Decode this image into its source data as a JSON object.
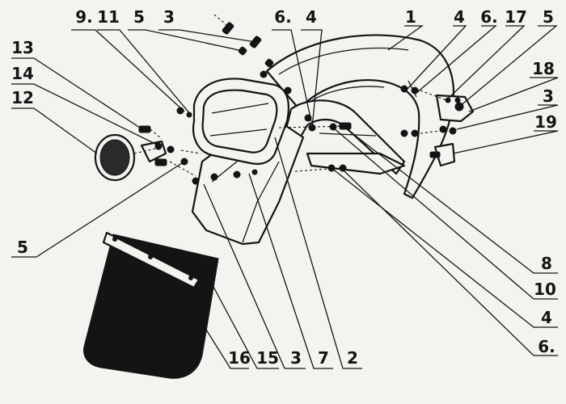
{
  "diagram": {
    "callouts": [
      {
        "id": "c1",
        "text": "1"
      },
      {
        "id": "c4a",
        "text": "4"
      },
      {
        "id": "c6a",
        "text": "6."
      },
      {
        "id": "c17",
        "text": "17"
      },
      {
        "id": "c5a",
        "text": "5"
      },
      {
        "id": "c18",
        "text": "18"
      },
      {
        "id": "c3a",
        "text": "3"
      },
      {
        "id": "c19",
        "text": "19"
      },
      {
        "id": "c9",
        "text": "9."
      },
      {
        "id": "c11",
        "text": "11"
      },
      {
        "id": "c5b",
        "text": "5"
      },
      {
        "id": "c3b",
        "text": "3"
      },
      {
        "id": "c6b",
        "text": "6."
      },
      {
        "id": "c4b",
        "text": "4"
      },
      {
        "id": "c13",
        "text": "13"
      },
      {
        "id": "c14",
        "text": "14"
      },
      {
        "id": "c12",
        "text": "12"
      },
      {
        "id": "c5c",
        "text": "5"
      },
      {
        "id": "c8",
        "text": "8"
      },
      {
        "id": "c10",
        "text": "10"
      },
      {
        "id": "c4c",
        "text": "4"
      },
      {
        "id": "c6c",
        "text": "6."
      },
      {
        "id": "c16",
        "text": "16"
      },
      {
        "id": "c15",
        "text": "15"
      },
      {
        "id": "c3c",
        "text": "3"
      },
      {
        "id": "c7",
        "text": "7"
      },
      {
        "id": "c2",
        "text": "2"
      }
    ]
  }
}
